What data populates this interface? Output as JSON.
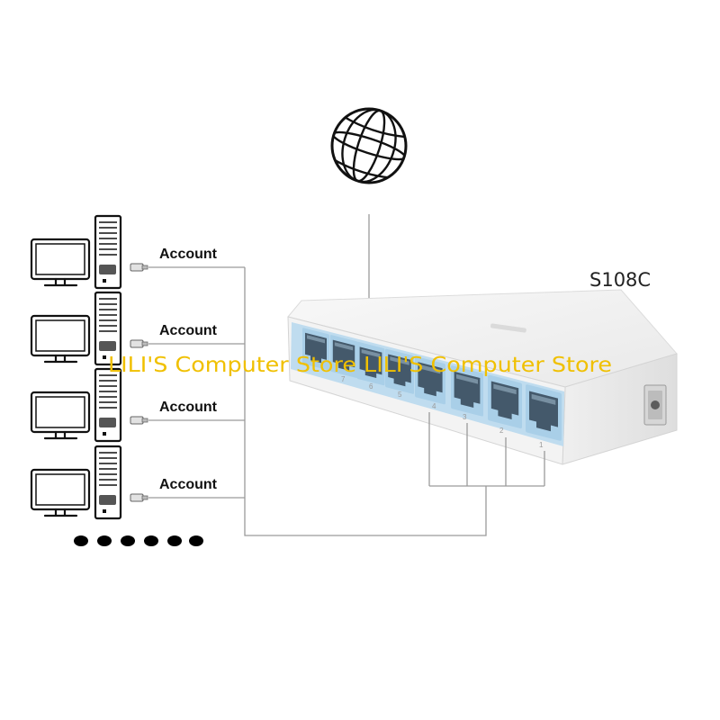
{
  "diagram": {
    "device_label": "S108C",
    "watermark": "LILI'S Computer Store LILI'S Computer Store",
    "clients": [
      {
        "label": "Account"
      },
      {
        "label": "Account"
      },
      {
        "label": "Account"
      },
      {
        "label": "Account"
      }
    ],
    "port_numbers": [
      "7",
      "6",
      "5",
      "4",
      "3",
      "2",
      "1"
    ]
  },
  "icons": {
    "internet": "globe-icon",
    "client_display": "monitor-icon",
    "client_case": "tower-icon",
    "cable_end": "network-plug-icon",
    "power": "power-jack-icon"
  },
  "colors": {
    "watermark": "#f0c000",
    "port_band": "#a9cfe8",
    "port_opening": "#44596b",
    "line_art": "#111111",
    "wire": "#9a9a9a"
  }
}
